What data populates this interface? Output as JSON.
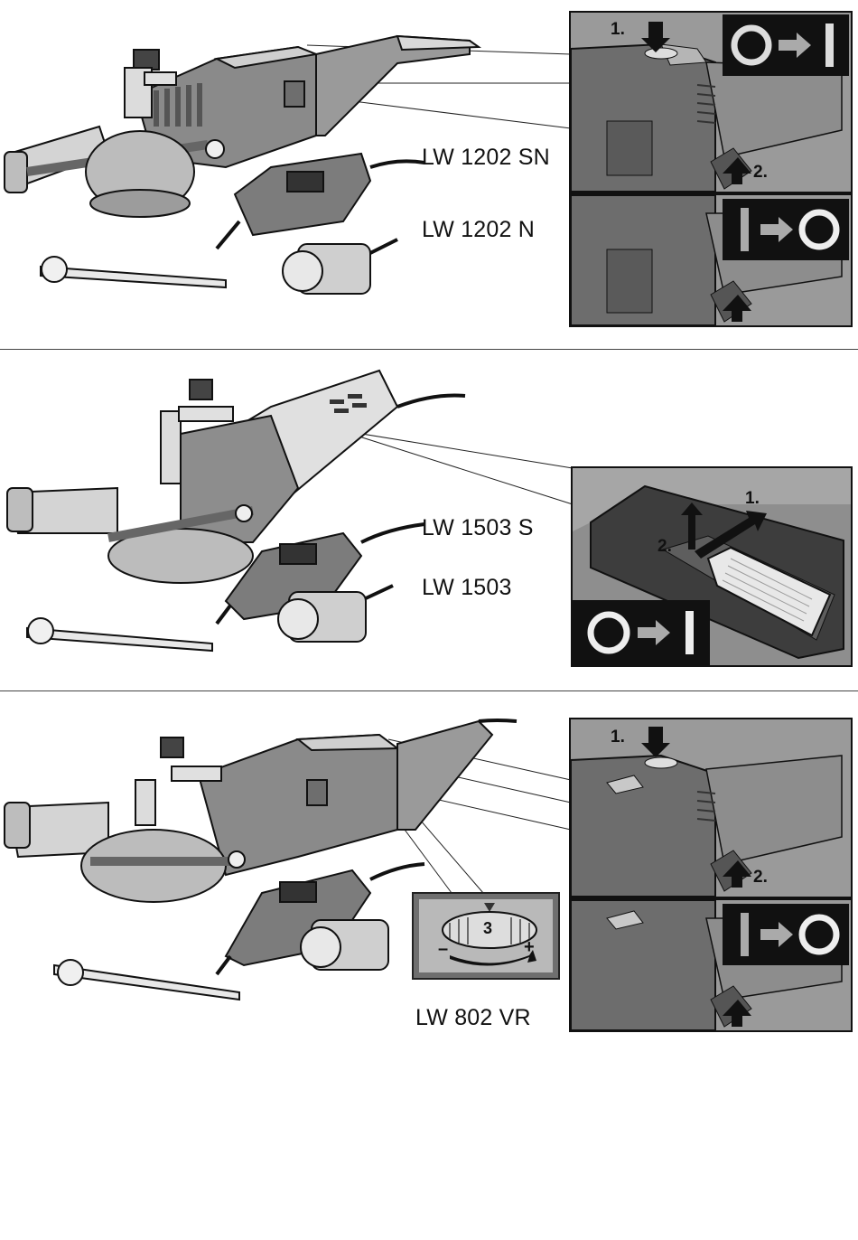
{
  "models": {
    "lw1202sn": "LW 1202 SN",
    "lw1202n": "LW 1202 N",
    "lw1503s": "LW 1503 S",
    "lw1503": "LW 1503",
    "lw802vr": "LW 802 VR"
  },
  "steps": {
    "s1": "1.",
    "s2": "2."
  },
  "dial": {
    "value": "3",
    "minus": "–",
    "plus": "+"
  }
}
